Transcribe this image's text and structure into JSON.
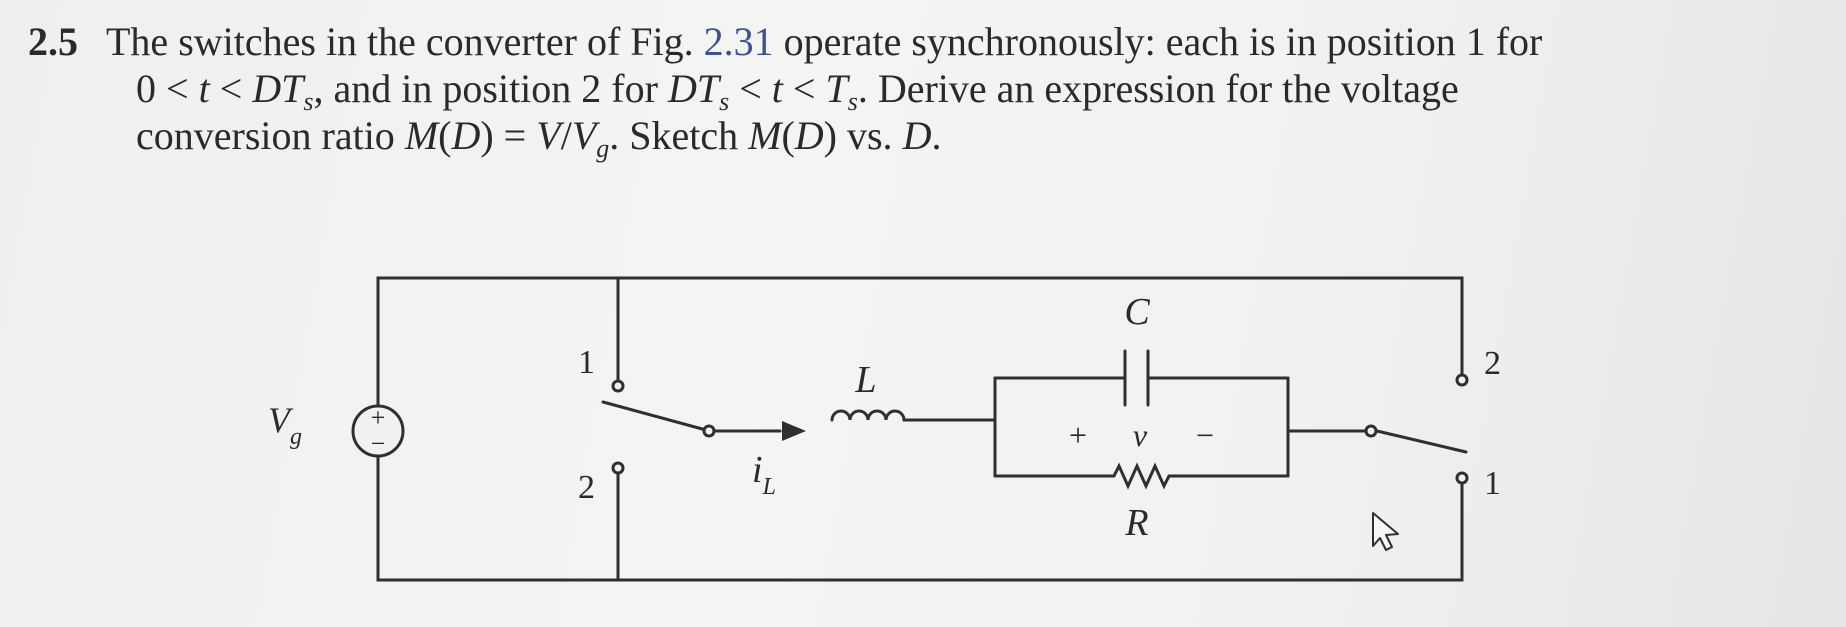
{
  "problem": {
    "number": "2.5",
    "l1_text": "The switches in the converter of Fig. ",
    "fig_ref": "2.31",
    "l1_tail": " operate synchronously: each is in position 1 for",
    "l2_a": "0 < ",
    "l2_t": "t",
    "l2_b": " < ",
    "l2_D": "DT",
    "l2_s": "s",
    "l2_c": ", and in position 2 for ",
    "l2_D2": "DT",
    "l2_s2": "s",
    "l2_d": " < ",
    "l2_t2": "t",
    "l2_e": " < ",
    "l2_T": "T",
    "l2_s3": "s",
    "l2_f": ". Derive an expression for the voltage",
    "l3_a": "conversion ratio ",
    "l3_M": "M",
    "l3_paren": "(",
    "l3_Dv": "D",
    "l3_paren2": ") = ",
    "l3_V": "V",
    "l3_slash": "/",
    "l3_Vg": "V",
    "l3_g": "g",
    "l3_b": ". Sketch ",
    "l3_M2": "M",
    "l3_paren3": "(",
    "l3_D3": "D",
    "l3_paren4": ") vs. ",
    "l3_D4": "D",
    "l3_end": "."
  },
  "circuit": {
    "source_label": "V",
    "source_sub": "g",
    "source_plus": "+",
    "source_minus": "−",
    "sw1_pos1": "1",
    "sw1_pos2": "2",
    "sw2_pos2": "2",
    "sw2_pos1": "1",
    "inductor_label": "L",
    "current_label": "i",
    "current_sub": "L",
    "capacitor_label": "C",
    "resistor_label": "R",
    "v_plus": "+",
    "v_label": "v",
    "v_minus": "−"
  },
  "colors": {
    "ink": "#2a2a2a",
    "link": "#3b4f9c",
    "background": "#f1f1ef"
  }
}
